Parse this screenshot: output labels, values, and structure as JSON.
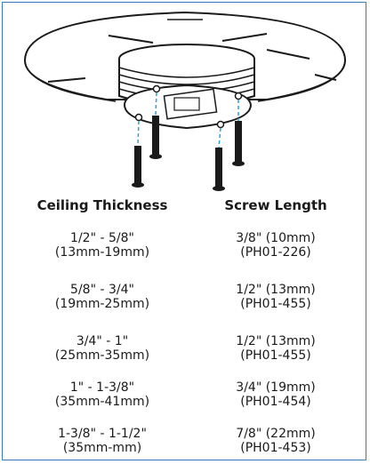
{
  "table": {
    "header_thickness": "Ceiling Thickness",
    "header_screw": "Screw Length",
    "rows": [
      {
        "thickness": "1/2\" - 5/8\"\n(13mm-19mm)",
        "screw": "3/8\" (10mm)\n(PH01-226)"
      },
      {
        "thickness": "5/8\" - 3/4\"\n(19mm-25mm)",
        "screw": "1/2\" (13mm)\n(PH01-455)"
      },
      {
        "thickness": "3/4\" - 1\"\n(25mm-35mm)",
        "screw": "1/2\" (13mm)\n(PH01-455)"
      },
      {
        "thickness": "1\" - 1-3/8\"\n(35mm-41mm)",
        "screw": "3/4\" (19mm)\n(PH01-454)"
      },
      {
        "thickness": "1-3/8\" - 1-1/2\"\n(35mm-mm)",
        "screw": "7/8\" (22mm)\n(PH01-453)"
      }
    ]
  },
  "colors": {
    "border": "#3a78c4",
    "guide_line": "#2aa3d9",
    "ink": "#1a1a1a"
  }
}
